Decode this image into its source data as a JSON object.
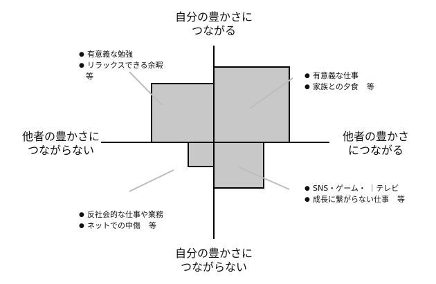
{
  "axes": {
    "top": [
      "自分の豊かさに",
      "つながる"
    ],
    "bottom": [
      "自分の豊かさに",
      "つながらない"
    ],
    "left": [
      "他者の豊かさに",
      "つながらない"
    ],
    "right": [
      "他者の豊かさ",
      "につながる"
    ]
  },
  "quadrant_notes": {
    "top_left": {
      "items": [
        "有意義な勉強",
        "リラックスできる余暇"
      ],
      "suffix": "等"
    },
    "top_right": {
      "items": [
        "有意義な仕事",
        "家族との夕食"
      ],
      "suffix": "等"
    },
    "bottom_left": {
      "items": [
        "反社会的な仕事や業務",
        "ネットでの中傷"
      ],
      "suffix": "等"
    },
    "bottom_right": {
      "items": [
        "SNS・ゲーム・ ｜テレビ",
        "成長に繋がらない仕事"
      ],
      "suffix": "等"
    }
  },
  "colors": {
    "box_fill": "#c8c8c8",
    "line": "#000000",
    "leader": "#bdbdbd"
  }
}
